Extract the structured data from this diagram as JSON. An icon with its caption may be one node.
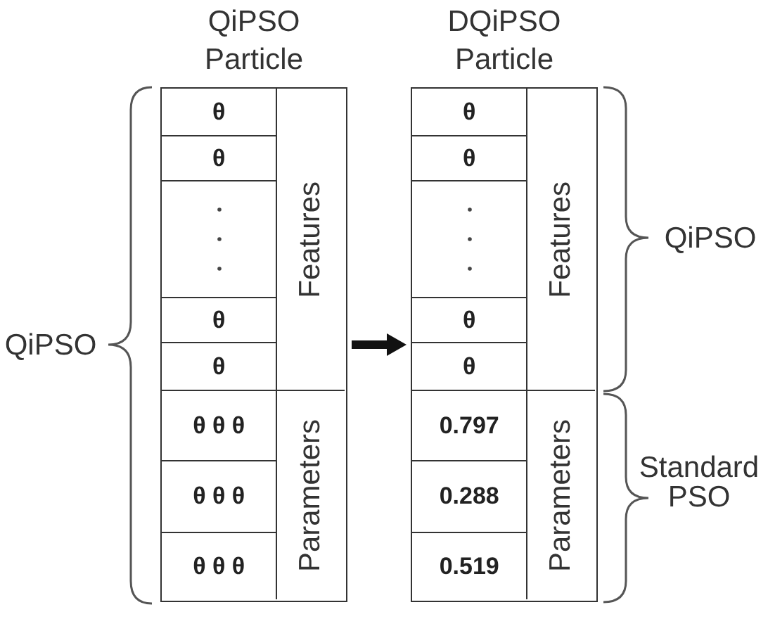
{
  "diagram": {
    "nodes": [
      {
        "text": [
          "QiPSO Particle"
        ]
      },
      {
        "text": [
          "θ"
        ],
        "in": 0
      },
      {
        "text": [
          "θ"
        ],
        "in": 0
      },
      {
        "text": [],
        "shape": "box",
        "in": 0
      },
      {
        "text": [
          "θ"
        ],
        "in": 0
      },
      {
        "text": [
          "θ"
        ],
        "in": 0
      },
      {
        "text": [
          "Features"
        ],
        "in": 0
      },
      {
        "text": [
          "θ θ θ"
        ],
        "in": 0
      },
      {
        "text": [
          "θ θ θ"
        ],
        "in": 0
      },
      {
        "text": [
          "θ θ θ"
        ],
        "in": 0
      },
      {
        "text": [
          "Parameters"
        ],
        "in": 0
      },
      {
        "text": [
          "DQiPSO Particle"
        ]
      },
      {
        "text": [
          "θ"
        ],
        "in": 11
      },
      {
        "text": [
          "θ"
        ],
        "in": 11
      },
      {
        "text": [],
        "shape": "box",
        "in": 11
      },
      {
        "text": [
          "θ"
        ],
        "in": 11
      },
      {
        "text": [
          "θ"
        ],
        "in": 11
      },
      {
        "text": [
          "Features"
        ],
        "in": 11
      },
      {
        "text": [
          "0.797"
        ],
        "in": 11
      },
      {
        "text": [
          "0.288"
        ],
        "in": 11
      },
      {
        "text": [
          "0.519"
        ],
        "in": 11
      },
      {
        "text": [
          "Parameters"
        ],
        "in": 11
      }
    ],
    "edges": [
      {
        "from": 0,
        "to": 11,
        "arrow": "to"
      }
    ],
    "labels": [
      "QiPSO",
      "QiPSO",
      "Standard PSO"
    ]
  }
}
